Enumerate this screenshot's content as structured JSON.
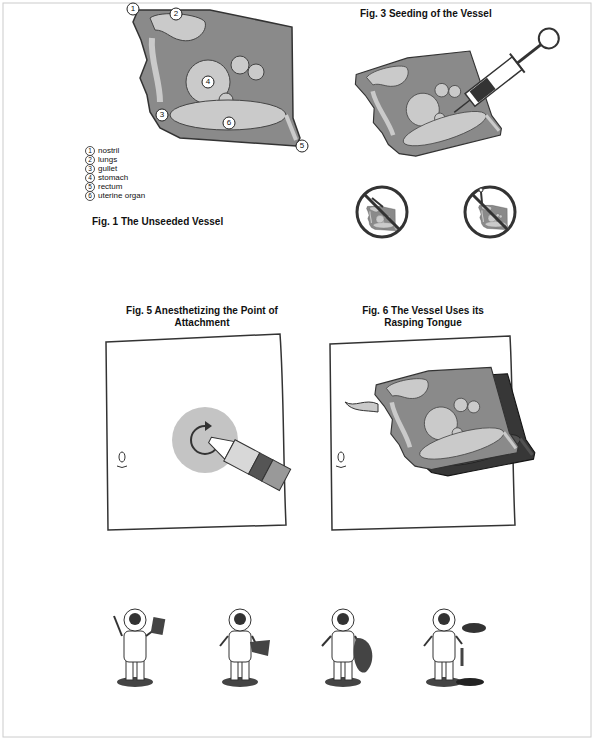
{
  "diagram": {
    "labels": [
      "1",
      "2",
      "4",
      "3",
      "6",
      "5",
      "1",
      "nostril",
      "2",
      "lungs",
      "3",
      "gullet",
      "4",
      "stomach",
      "5",
      "rectum",
      "6",
      "uterine organ",
      "Fig. 1 The Unseeded Vessel",
      "Fig. 3 Seeding of the Vessel",
      "Fig. 5 Anesthetizing the Point of Attachment",
      "Fig. 6 The Vessel Uses its Rasping Tongue"
    ]
  }
}
